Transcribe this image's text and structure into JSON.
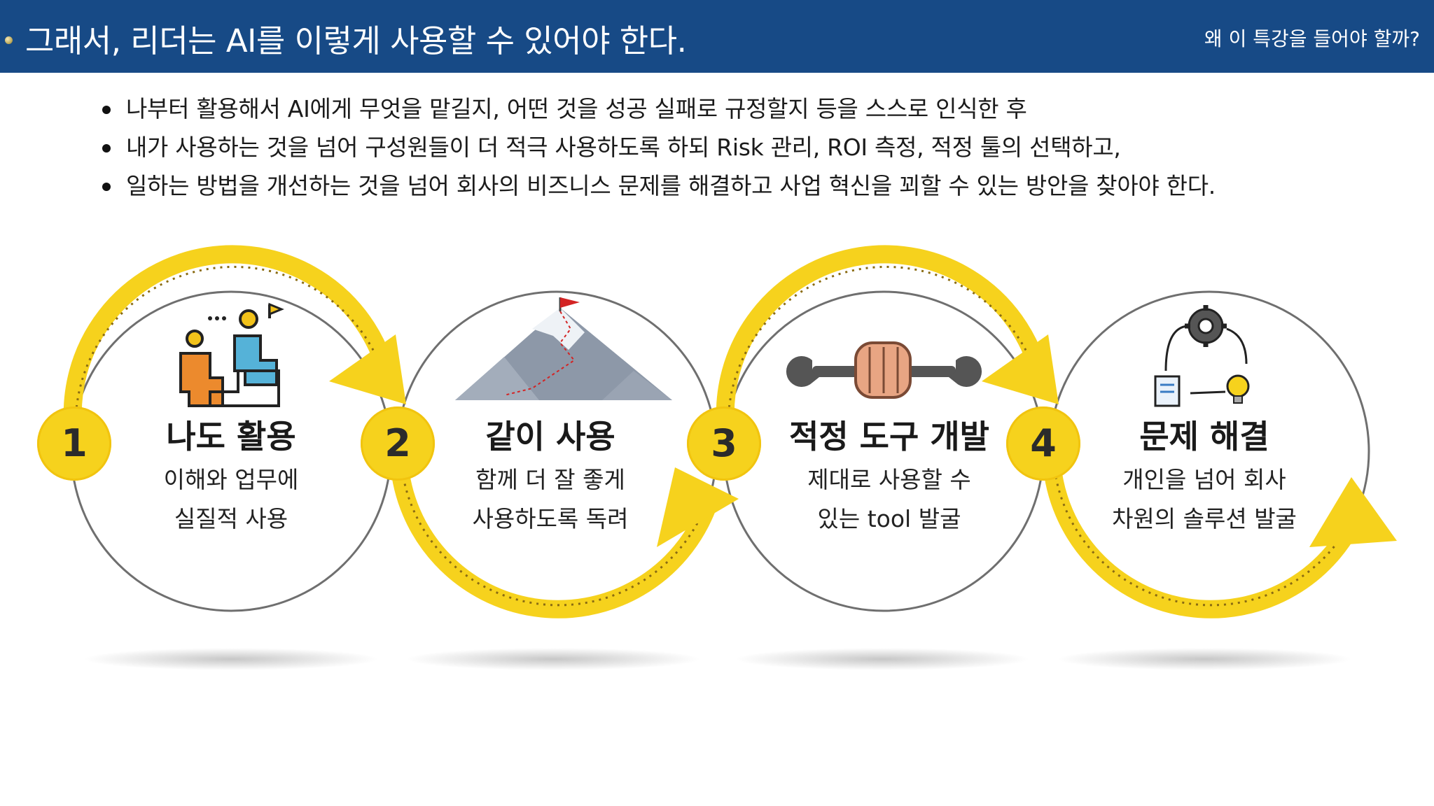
{
  "header": {
    "title": "그래서, 리더는 AI를 이렇게 사용할 수 있어야 한다.",
    "subtitle": "왜 이 특강을 들어야 할까?"
  },
  "bullets": [
    "나부터 활용해서 AI에게 무엇을 맡길지, 어떤 것을 성공 실패로 규정할지 등을 스스로 인식한 후",
    "내가 사용하는 것을 넘어 구성원들이 더 적극 사용하도록 하되 Risk 관리, ROI 측정, 적정 툴의 선택하고,",
    "일하는 방법을 개선하는 것을 넘어 회사의 비즈니스 문제를 해결하고 사업 혁신을 꾀할 수 있는 방안을 찾아야 한다."
  ],
  "steps": [
    {
      "number": "1",
      "title": "나도 활용",
      "desc1": "이해와 업무에",
      "desc2": "실질적 사용",
      "icon": "climbing-helper-icon"
    },
    {
      "number": "2",
      "title": "같이 사용",
      "desc1": "함께 더 잘 좋게",
      "desc2": "사용하도록 독려",
      "icon": "mountain-flag-icon"
    },
    {
      "number": "3",
      "title": "적정 도구 개발",
      "desc1": "제대로 사용할 수",
      "desc2": "있는 tool 발굴",
      "icon": "wrench-fist-icon"
    },
    {
      "number": "4",
      "title": "문제 해결",
      "desc1": "개인을 넘어 회사",
      "desc2": "차원의 솔루션 발굴",
      "icon": "gear-idea-cycle-icon"
    }
  ],
  "colors": {
    "header_bg": "#174a86",
    "accent_yellow": "#f6d21d",
    "circle_gray": "#6f6f6f"
  }
}
